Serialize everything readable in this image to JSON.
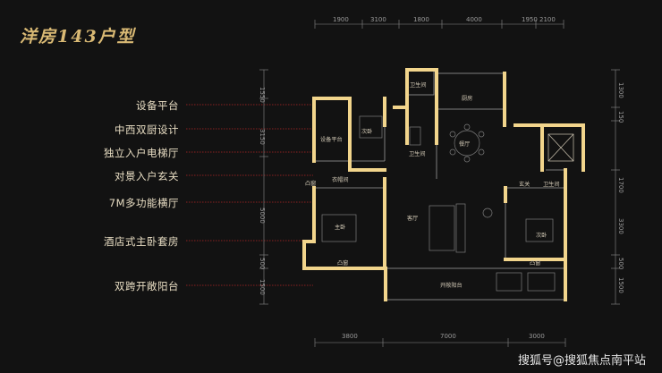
{
  "title": "洋房143户型",
  "features": [
    "设备平台",
    "中西双厨设计",
    "独立入户电梯厅",
    "对景入户玄关",
    "7M多功能横厅",
    "酒店式主卧套房",
    "双跨开敞阳台"
  ],
  "top_dims": [
    "1900",
    "3100",
    "1800",
    "4000",
    "1950",
    "2100"
  ],
  "bottom_dims": [
    "3800",
    "7000",
    "3000"
  ],
  "left_dims": [
    "1550",
    "3150",
    "5000",
    "500",
    "1500"
  ],
  "right_dims": [
    "1300",
    "150",
    "1700",
    "3300",
    "500",
    "1500"
  ],
  "rooms": {
    "equipment_platform": "设备平台",
    "bedroom_top": "次卧",
    "kitchen": "厨房",
    "restaurant": "餐厅",
    "bath_left": "卫生间",
    "bath_left_top": "卫生间",
    "bath_right": "卫生间",
    "cloakroom": "衣帽间",
    "master_bedroom": "主卧",
    "living_room": "客厅",
    "foyer": "玄关",
    "bedroom_right": "次卧",
    "balcony": "开敞阳台",
    "white_window_1": "凸窗",
    "white_window_2": "凸窗",
    "white_window_3": "凸窗"
  },
  "watermark": "搜狐号@搜狐焦点南平站",
  "colors": {
    "background": "#121212",
    "wall": "#f2d58c",
    "leader": "#b32626",
    "gold_text": "#d9b974"
  }
}
